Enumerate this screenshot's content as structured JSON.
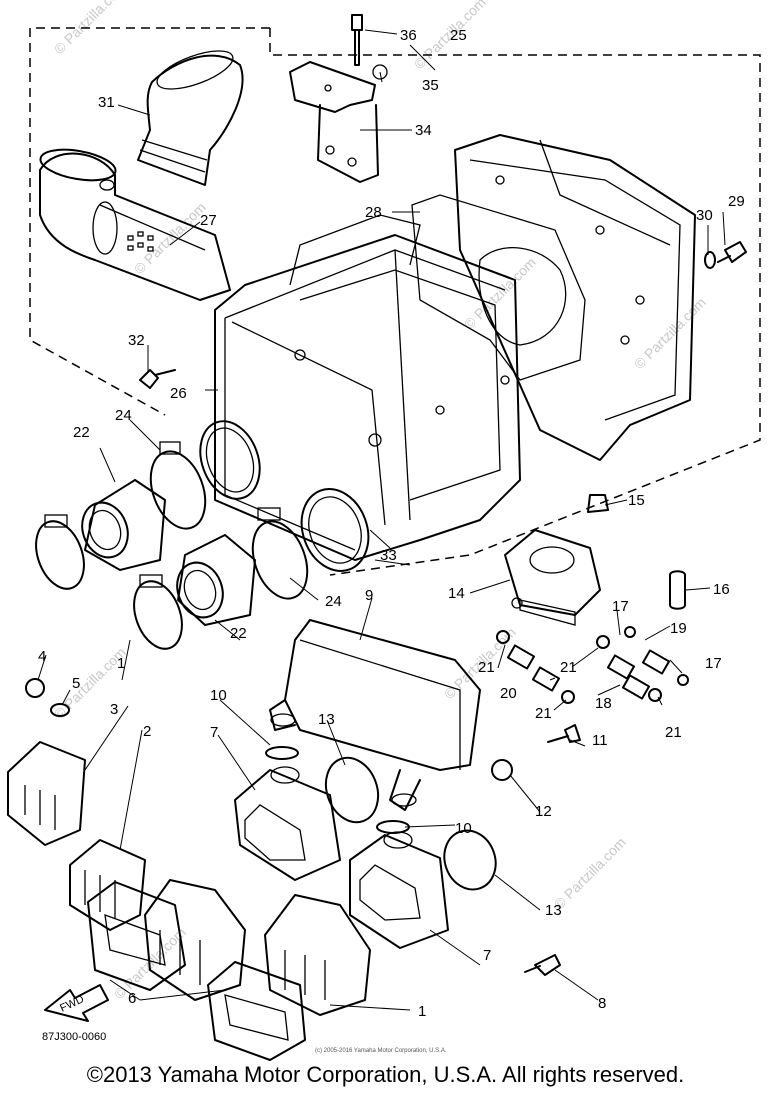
{
  "callouts": [
    "1",
    "1",
    "2",
    "3",
    "4",
    "5",
    "6",
    "7",
    "7",
    "8",
    "9",
    "10",
    "10",
    "11",
    "12",
    "13",
    "13",
    "14",
    "15",
    "16",
    "17",
    "17",
    "18",
    "19",
    "20",
    "21",
    "21",
    "21",
    "21",
    "22",
    "22",
    "24",
    "24",
    "25",
    "26",
    "27",
    "28",
    "29",
    "30",
    "31",
    "32",
    "33",
    "34",
    "35",
    "36"
  ],
  "fwd_label": "FWD",
  "diagram_code": "87J300-0060",
  "tiny_copyright": "(c) 2005-2016 Yamaha Motor Corporation, U.S.A.",
  "watermark": "© Partzilla.com",
  "copyright": "©2013 Yamaha Motor Corporation, U.S.A. All rights reserved."
}
